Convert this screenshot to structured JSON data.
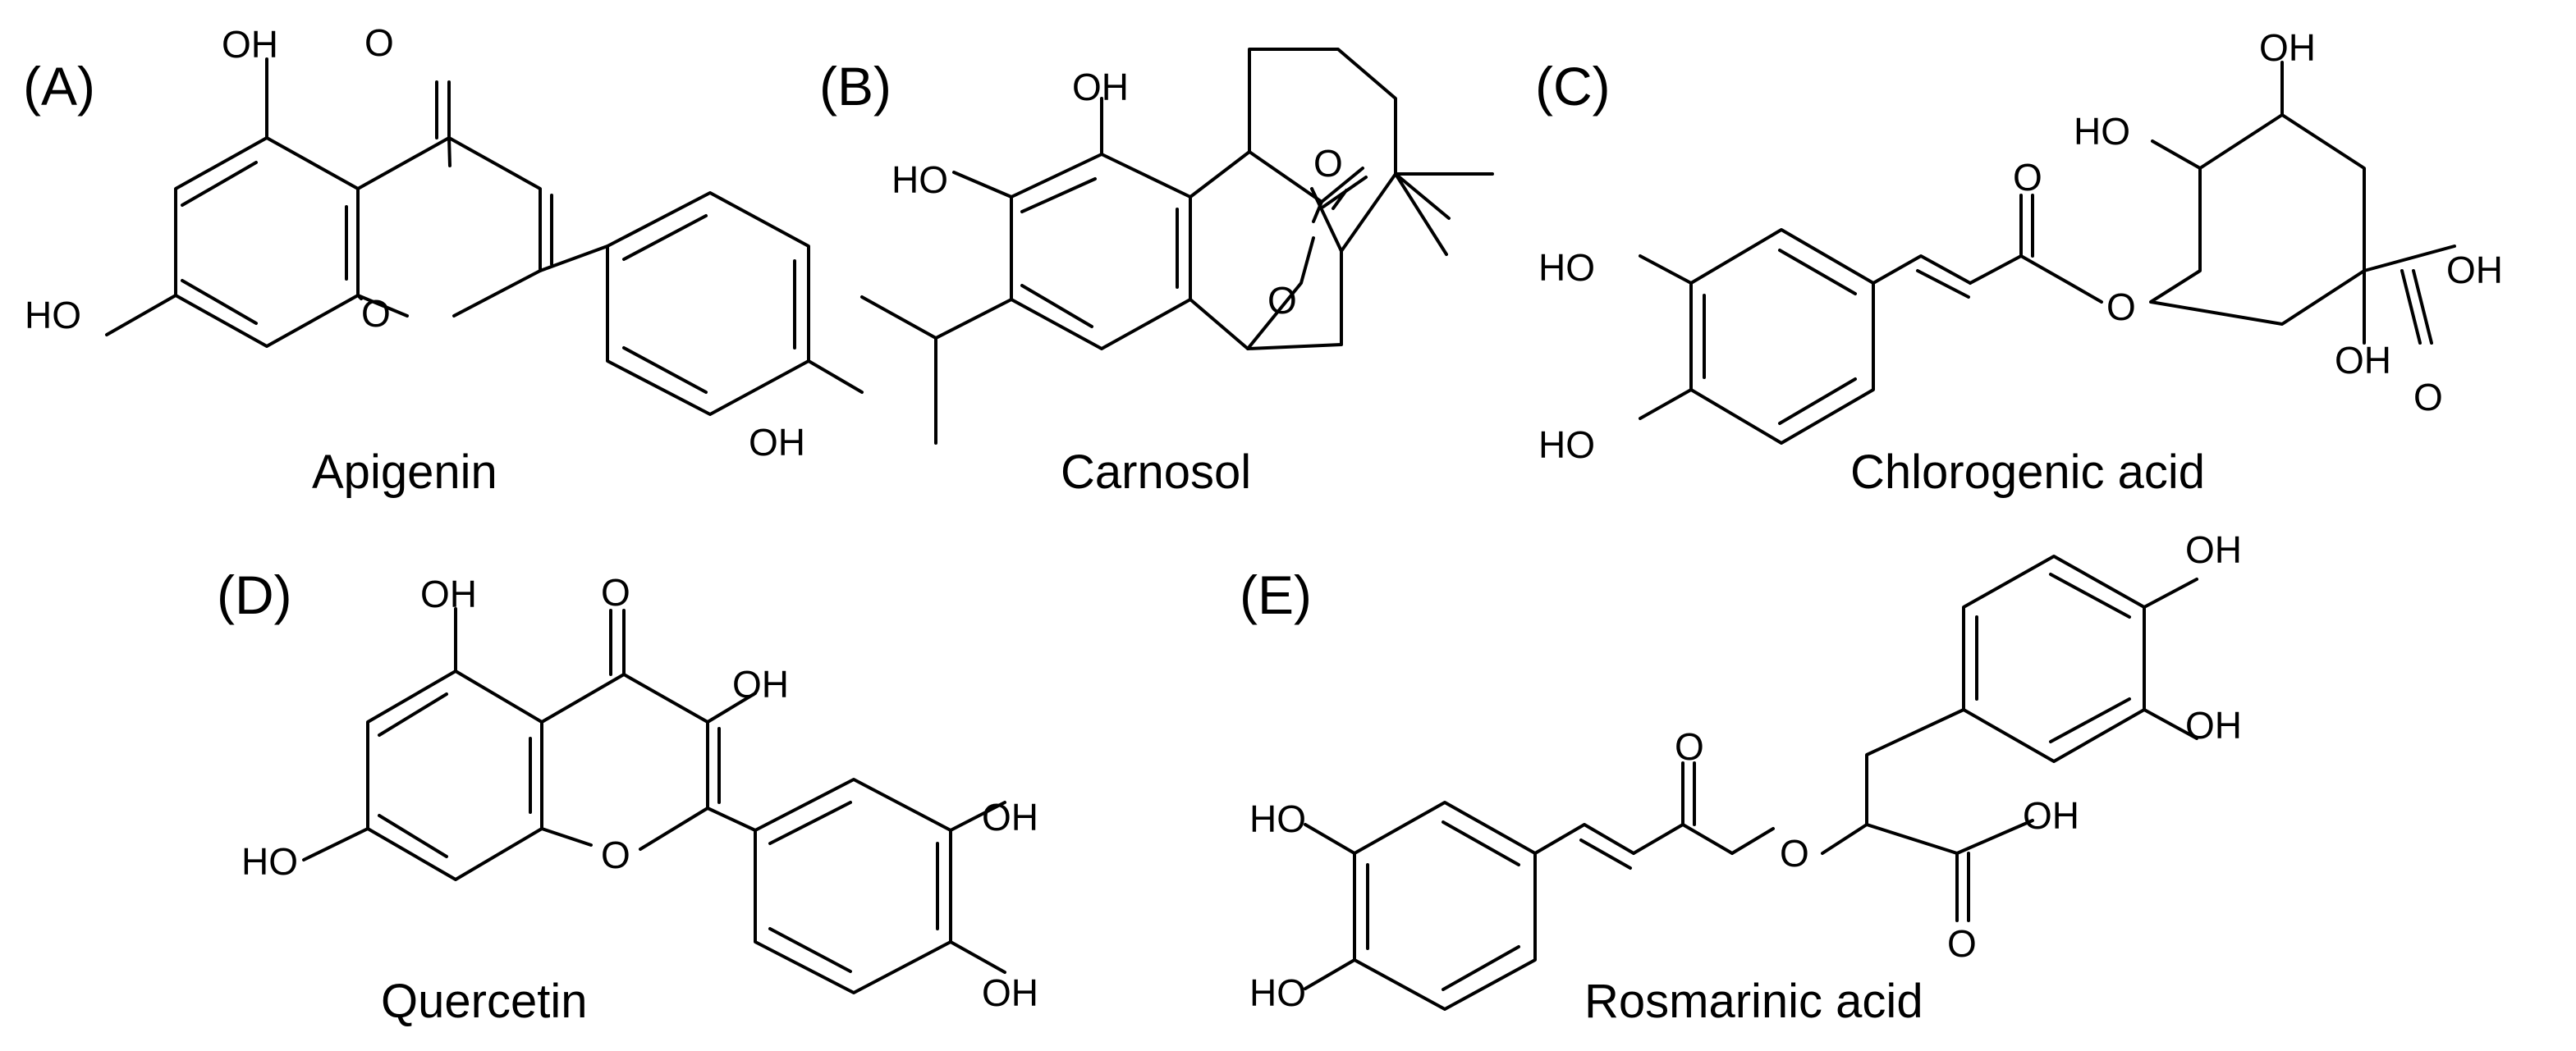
{
  "panels": [
    {
      "label": "(A)",
      "name": "Apigenin"
    },
    {
      "label": "(B)",
      "name": "Carnosol"
    },
    {
      "label": "(C)",
      "name": "Chlorogenic acid"
    },
    {
      "label": "(D)",
      "name": "Quercetin"
    },
    {
      "label": "(E)",
      "name": "Rosmarinic acid"
    }
  ],
  "atoms": {
    "oh": "OH",
    "ho": "HO",
    "o": "O"
  },
  "colors": {
    "background": "#ffffff",
    "ink": "#000000"
  }
}
